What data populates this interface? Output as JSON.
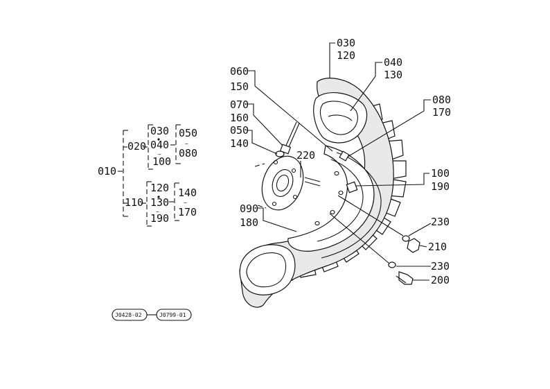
{
  "tree": {
    "root": "010",
    "group_a": "020",
    "group_a_items": [
      "030",
      "040",
      "100"
    ],
    "group_a_range": [
      "050",
      "080"
    ],
    "group_b": "110",
    "group_b_items": [
      "120",
      "130",
      "190"
    ],
    "group_b_range": [
      "140",
      "170"
    ],
    "range_mark": "~"
  },
  "callouts": {
    "c030": "030",
    "c120": "120",
    "c040": "040",
    "c130": "130",
    "c080": "080",
    "c170": "170",
    "c060": "060",
    "c150": "150",
    "c070": "070",
    "c160": "160",
    "c050": "050",
    "c140": "140",
    "c220": "220",
    "c100": "100",
    "c190": "190",
    "c090": "090",
    "c180": "180",
    "c230a": "230",
    "c210": "210",
    "c230b": "230",
    "c200": "200"
  },
  "references": {
    "ref1": "J0428-02",
    "ref2": "J0799-01"
  }
}
